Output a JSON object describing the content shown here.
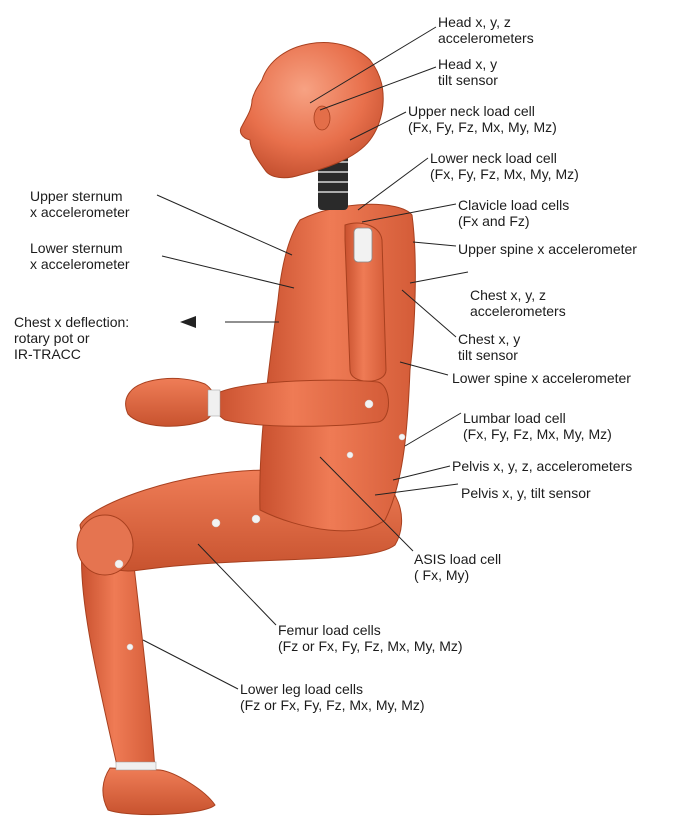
{
  "colors": {
    "body_fill": "#e7704b",
    "body_shadow": "#b8472a",
    "body_highlight": "#f6a07f",
    "neck_metal": "#2a2a2a",
    "neck_ring": "#e9e6b8",
    "leader_line": "#222222"
  },
  "labels": {
    "head_accel": {
      "line1": "Head x, y, z",
      "line2": "accelerometers"
    },
    "head_tilt": {
      "line1": "Head x, y",
      "line2": "tilt sensor"
    },
    "upper_neck": {
      "line1": "Upper neck load cell",
      "line2": "(Fx, Fy, Fz, Mx, My, Mz)"
    },
    "lower_neck": {
      "line1": "Lower neck load cell",
      "line2": "(Fx, Fy, Fz, Mx, My, Mz)"
    },
    "upper_sternum": {
      "line1": "Upper sternum",
      "line2": "x accelerometer"
    },
    "clavicle": {
      "line1": "Clavicle load cells",
      "line2": "(Fx and Fz)"
    },
    "upper_spine": {
      "line1": "Upper spine x accelerometer"
    },
    "lower_sternum": {
      "line1": "Lower sternum",
      "line2": "x accelerometer"
    },
    "chest_accel": {
      "line1": "Chest x, y, z",
      "line2": "accelerometers"
    },
    "chest_deflection": {
      "line1": "Chest x deflection:",
      "line2": "rotary pot or",
      "line3": "IR-TRACC"
    },
    "chest_tilt": {
      "line1": "Chest x, y",
      "line2": "tilt sensor"
    },
    "lower_spine": {
      "line1": "Lower spine x accelerometer"
    },
    "lumbar": {
      "line1": "Lumbar load cell",
      "line2": "(Fx, Fy, Fz, Mx, My, Mz)"
    },
    "pelvis_accel": {
      "line1": "Pelvis x, y, z, accelerometers"
    },
    "pelvis_tilt": {
      "line1": "Pelvis x, y, tilt sensor"
    },
    "asis": {
      "line1": "ASIS load cell",
      "line2": "( Fx, My)"
    },
    "femur": {
      "line1": "Femur load cells",
      "line2": "(Fz or Fx, Fy, Fz, Mx, My, Mz)"
    },
    "lower_leg": {
      "line1": "Lower leg load cells",
      "line2": "(Fz or Fx, Fy, Fz, Mx, My, Mz)"
    }
  }
}
